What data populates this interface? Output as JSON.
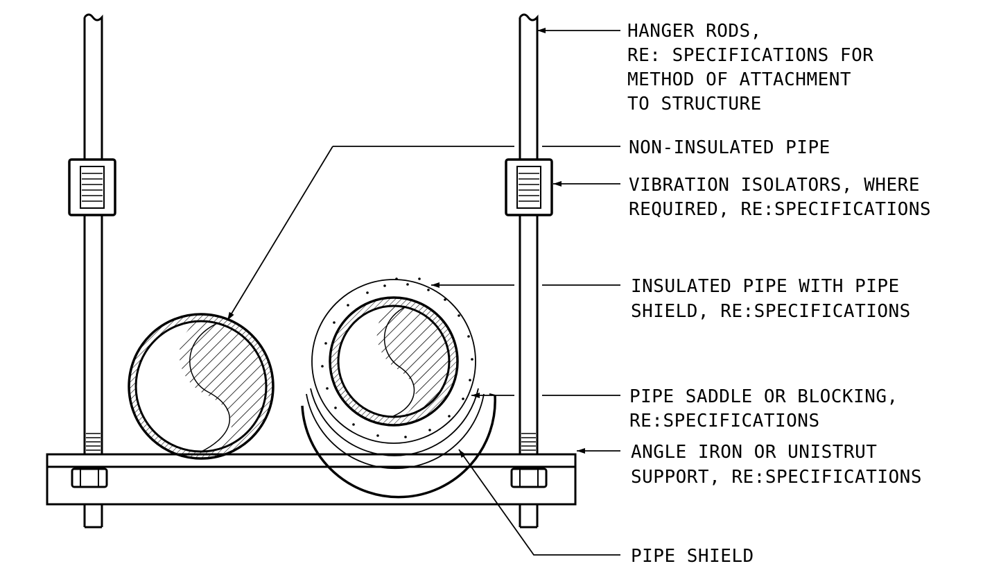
{
  "colors": {
    "line": "#000000",
    "background": "#ffffff"
  },
  "callouts": {
    "hanger_rods": [
      "HANGER RODS,",
      "RE: SPECIFICATIONS FOR",
      "METHOD OF ATTACHMENT",
      "TO STRUCTURE"
    ],
    "non_insulated_pipe": [
      "NON-INSULATED PIPE"
    ],
    "vibration_isolators": [
      "VIBRATION ISOLATORS, WHERE",
      "REQUIRED, RE:SPECIFICATIONS"
    ],
    "insulated_pipe": [
      "INSULATED PIPE WITH PIPE",
      "SHIELD, RE:SPECIFICATIONS"
    ],
    "pipe_saddle": [
      "PIPE SADDLE OR BLOCKING,",
      "RE:SPECIFICATIONS"
    ],
    "angle_iron": [
      "ANGLE IRON OR UNISTRUT",
      "SUPPORT, RE:SPECIFICATIONS"
    ],
    "pipe_shield": [
      "PIPE SHIELD"
    ]
  }
}
